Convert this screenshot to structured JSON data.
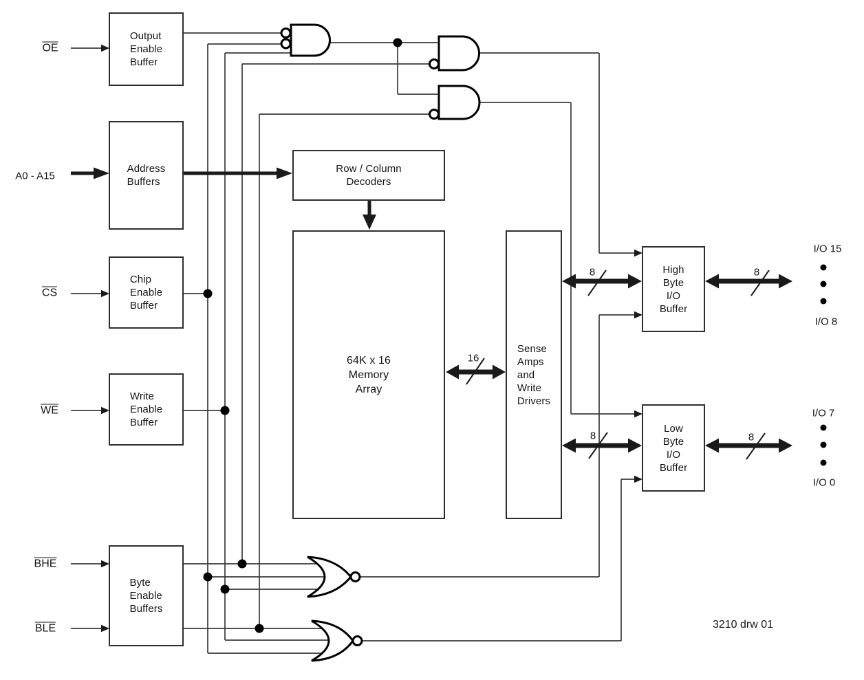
{
  "signals": {
    "oe": "OE",
    "address": "A0 - A15",
    "cs": "CS",
    "we": "WE",
    "bhe": "BHE",
    "ble": "BLE"
  },
  "blocks": {
    "output_enable_buffer": "Output\nEnable\nBuffer",
    "address_buffers": "Address\nBuffers",
    "chip_enable_buffer": "Chip\nEnable\nBuffer",
    "write_enable_buffer": "Write\nEnable\nBuffer",
    "byte_enable_buffers": "Byte\nEnable\nBuffers",
    "row_column_decoders": "Row / Column\nDecoders",
    "memory_array": "64K x 16\nMemory\nArray",
    "sense_amps_write_drivers": "Sense\nAmps\nand\nWrite\nDrivers",
    "high_byte_io_buffer": "High\nByte\nI/O\nBuffer",
    "low_byte_io_buffer": "Low\nByte\nI/O\nBuffer"
  },
  "bus_widths": {
    "memory_bus": "16",
    "high_byte_internal": "8",
    "high_byte_external": "8",
    "low_byte_internal": "8",
    "low_byte_external": "8"
  },
  "io_ports": {
    "high_top": "I/O 15",
    "high_bottom": "I/O 8",
    "low_top": "I/O 7",
    "low_bottom": "I/O 0"
  },
  "annotations": {
    "drawing_number": "3210 drw 01"
  },
  "colors": {
    "wire": "#3a3a3a",
    "gate": "#000000",
    "arrow": "#1a1a1a",
    "background": "#ffffff",
    "text": "#111111"
  }
}
